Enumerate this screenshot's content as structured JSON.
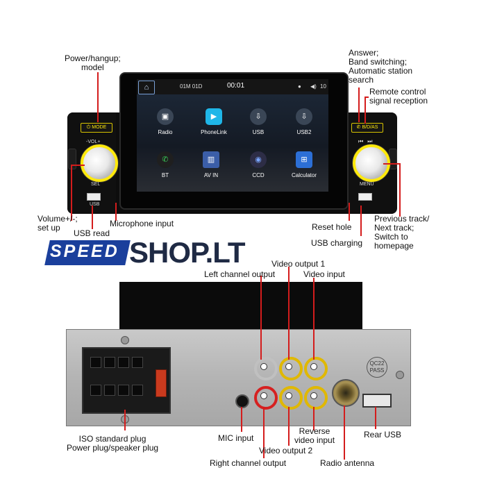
{
  "brand": {
    "logo_letters": "SPEED",
    "logo_text": "SHOP.LT",
    "logo_color": "#1a3f9c"
  },
  "front": {
    "labels": {
      "power": "Power/hangup;\nmodel",
      "answer": "Answer;\nBand switching;\nAutomatic station\nsearch",
      "remote": "Remote control\nsignal reception",
      "volume": "Volume+/-;\nset up",
      "usb_read": "USB read",
      "mic_input": "Microphone input",
      "reset": "Reset hole",
      "usb_charging": "USB charging",
      "prev_next": "Previous track/\nNext track;\nSwitch to\nhomepage"
    },
    "buttons": {
      "mode": "MODE",
      "bdas": "B/D/AS",
      "vol": "-VOL+",
      "sel": "SEL",
      "menu": "MENU",
      "usb": "USB"
    },
    "screen": {
      "status_left": "01M 01D",
      "time": "00:01",
      "volume": "10",
      "apps": [
        {
          "label": "Radio",
          "icon": "radio-icon"
        },
        {
          "label": "PhoneLink",
          "icon": "phonelink-icon"
        },
        {
          "label": "USB",
          "icon": "usb-icon"
        },
        {
          "label": "USB2",
          "icon": "usb2-icon"
        },
        {
          "label": "BT",
          "icon": "phone-icon"
        },
        {
          "label": "AV IN",
          "icon": "av-in-icon"
        },
        {
          "label": "CCD",
          "icon": "camera-icon"
        },
        {
          "label": "Calculator",
          "icon": "calculator-icon"
        }
      ]
    }
  },
  "rear": {
    "labels": {
      "video_out_1": "Video output 1",
      "left_channel": "Left channel output",
      "video_input": "Video input",
      "iso": "ISO standard plug\nPower plug/speaker plug",
      "mic": "MIC input",
      "reverse": "Reverse\nvideo input",
      "rear_usb": "Rear USB",
      "video_out_2": "Video output 2",
      "right_channel": "Right channel output",
      "radio_antenna": "Radio antenna"
    },
    "pass_stamp": "QC22\nPASS"
  },
  "accent_color": "#d41c1c",
  "knob_ring_color": "#ffe90b"
}
